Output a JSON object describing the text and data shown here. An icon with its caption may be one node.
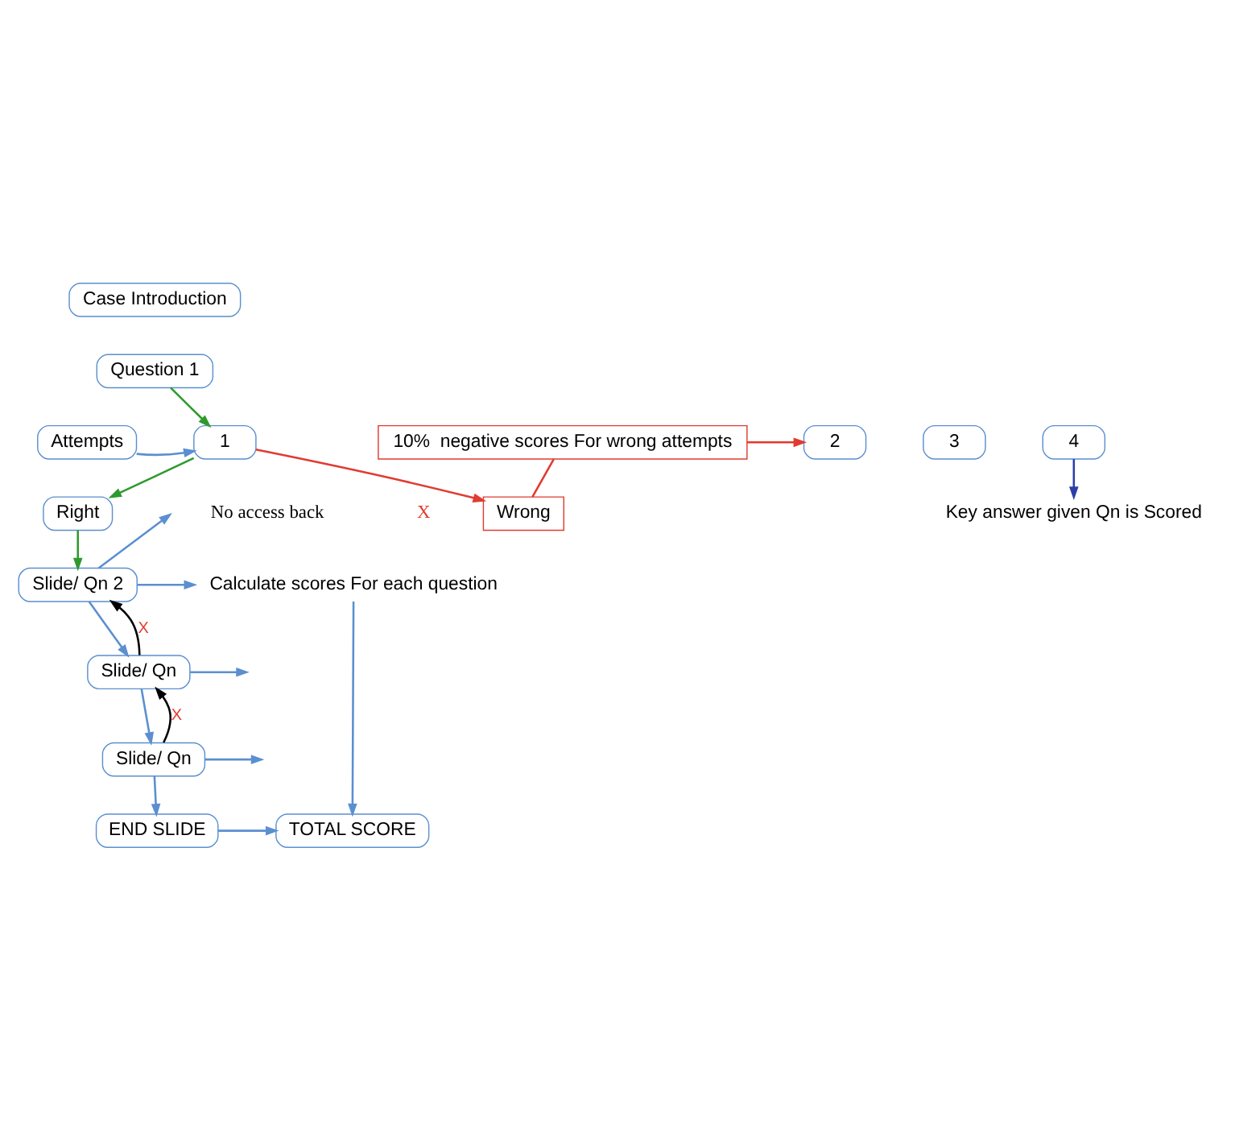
{
  "diagram": {
    "nodes": [
      {
        "text": [
          "Case Introduction"
        ]
      },
      {
        "text": [
          "Question 1"
        ]
      },
      {
        "text": [
          "Attempts"
        ]
      },
      {
        "text": [
          "1"
        ]
      },
      {
        "text": [
          "2"
        ]
      },
      {
        "text": [
          "3"
        ]
      },
      {
        "text": [
          "4"
        ]
      },
      {
        "text": [
          "10%  negative scores For wrong attempts"
        ]
      },
      {
        "text": [
          "Right"
        ]
      },
      {
        "text": [
          "Wrong"
        ]
      },
      {
        "text": [
          "Key answer given Qn is Scored"
        ]
      },
      {
        "text": [
          "Slide/ Qn 2"
        ]
      },
      {
        "text": [
          "Calculate scores For each question"
        ]
      },
      {
        "text": [
          "Slide/ Qn"
        ]
      },
      {
        "text": [
          "Slide/ Qn"
        ]
      },
      {
        "text": [
          "END SLIDE"
        ]
      },
      {
        "text": [
          "TOTAL SCORE"
        ]
      }
    ],
    "edges": [
      {
        "from": 1,
        "to": 3,
        "arrow": "to",
        "color": "#2e9a2e"
      },
      {
        "from": 2,
        "to": 3,
        "arrow": "to"
      },
      {
        "from": 3,
        "to": 8,
        "arrow": "to",
        "color": "#2e9a2e"
      },
      {
        "from": 3,
        "to": 9,
        "arrow": "to",
        "color": "#e03c31"
      },
      {
        "from": 9,
        "to": 7,
        "arrow": "none",
        "color": "#e03c31"
      },
      {
        "from": 7,
        "to": 4,
        "arrow": "to",
        "color": "#e03c31"
      },
      {
        "from": 6,
        "to": 10,
        "arrow": "to",
        "color": "#2c3fa8"
      },
      {
        "from": 8,
        "to": 11,
        "arrow": "to",
        "color": "#2e9a2e"
      },
      {
        "from": 11,
        "to": null,
        "arrow": "to"
      },
      {
        "from": 11,
        "to": 12,
        "arrow": "to"
      },
      {
        "from": 11,
        "to": 13,
        "arrow": "to"
      },
      {
        "from": 13,
        "to": 11,
        "arrow": "to",
        "label": "X",
        "color": "#000000"
      },
      {
        "from": 13,
        "to": null,
        "arrow": "to"
      },
      {
        "from": 13,
        "to": 14,
        "arrow": "to"
      },
      {
        "from": 14,
        "to": 13,
        "arrow": "to",
        "label": "X",
        "color": "#000000"
      },
      {
        "from": 14,
        "to": null,
        "arrow": "to"
      },
      {
        "from": 14,
        "to": 15,
        "arrow": "to"
      },
      {
        "from": 15,
        "to": 16,
        "arrow": "to"
      },
      {
        "from": 12,
        "to": 16,
        "arrow": "to"
      }
    ],
    "labels": [
      "No access back",
      "X"
    ]
  }
}
